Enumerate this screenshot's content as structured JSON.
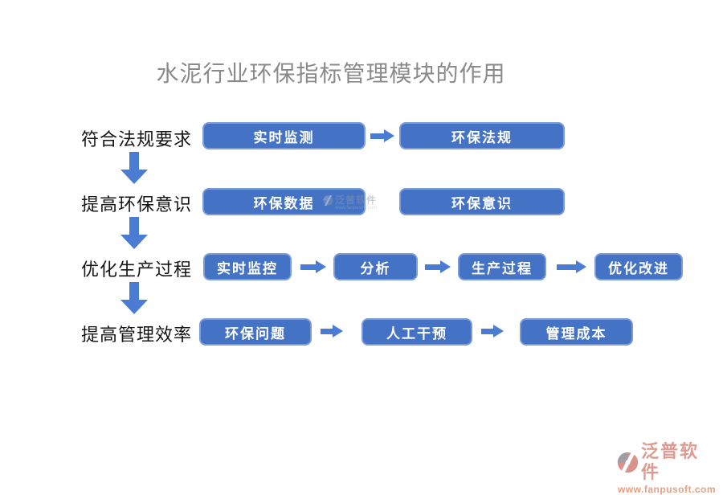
{
  "title": "水泥行业环保指标管理模块的作用",
  "flow": {
    "rows": [
      {
        "label": "符合法规要求",
        "boxes": [
          "实时监测",
          "环保法规"
        ]
      },
      {
        "label": "提高环保意识",
        "boxes": [
          "环保数据",
          "环保意识"
        ]
      },
      {
        "label": "优化生产过程",
        "boxes": [
          "实时监控",
          "分析",
          "生产过程",
          "优化改进"
        ]
      },
      {
        "label": "提高管理效率",
        "boxes": [
          "环保问题",
          "人工干预",
          "管理成本"
        ]
      }
    ]
  },
  "watermark": {
    "text": "泛普软件",
    "url": "www.fanpusoft.com"
  },
  "logo": {
    "name": "泛普软件",
    "url": "www.fanpusoft.com"
  },
  "colors": {
    "box_fill": "#4472C4",
    "box_border": "#7C9CD9",
    "arrow_blue": "#4A7CD3",
    "title_gray": "#8A8A8A",
    "label_black": "#151515",
    "logo_salmon": "#DE9B91",
    "logo_url_orange": "#E5A182"
  }
}
